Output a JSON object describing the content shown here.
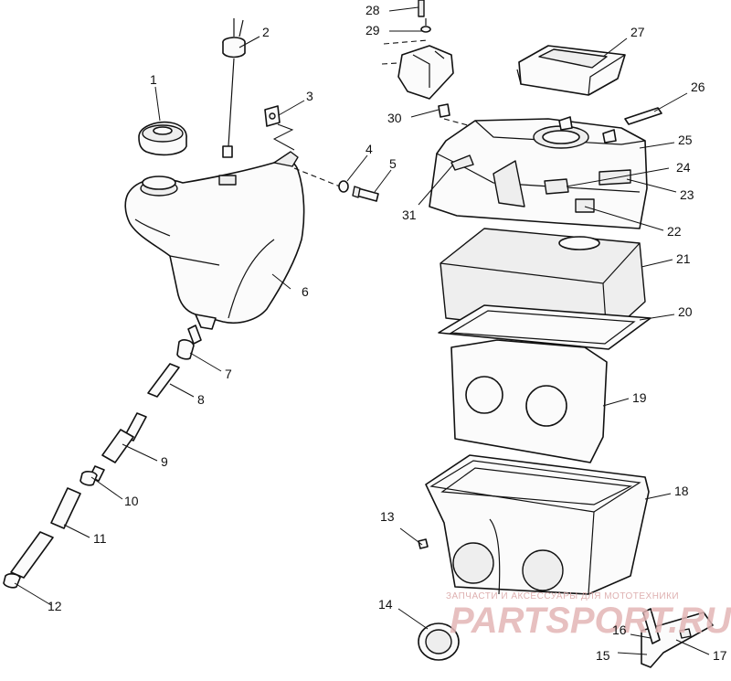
{
  "diagram": {
    "callouts": [
      "1",
      "2",
      "3",
      "4",
      "5",
      "6",
      "7",
      "8",
      "9",
      "10",
      "11",
      "12",
      "13",
      "14",
      "15",
      "16",
      "17",
      "18",
      "19",
      "20",
      "21",
      "22",
      "23",
      "24",
      "25",
      "26",
      "27",
      "28",
      "29",
      "30",
      "31"
    ]
  },
  "watermark": {
    "caption": "ЗАПЧАСТИ И АКСЕССУАРЫ ДЛЯ МОТОТЕХНИКИ",
    "logo": "PARTSPORT.RU"
  }
}
